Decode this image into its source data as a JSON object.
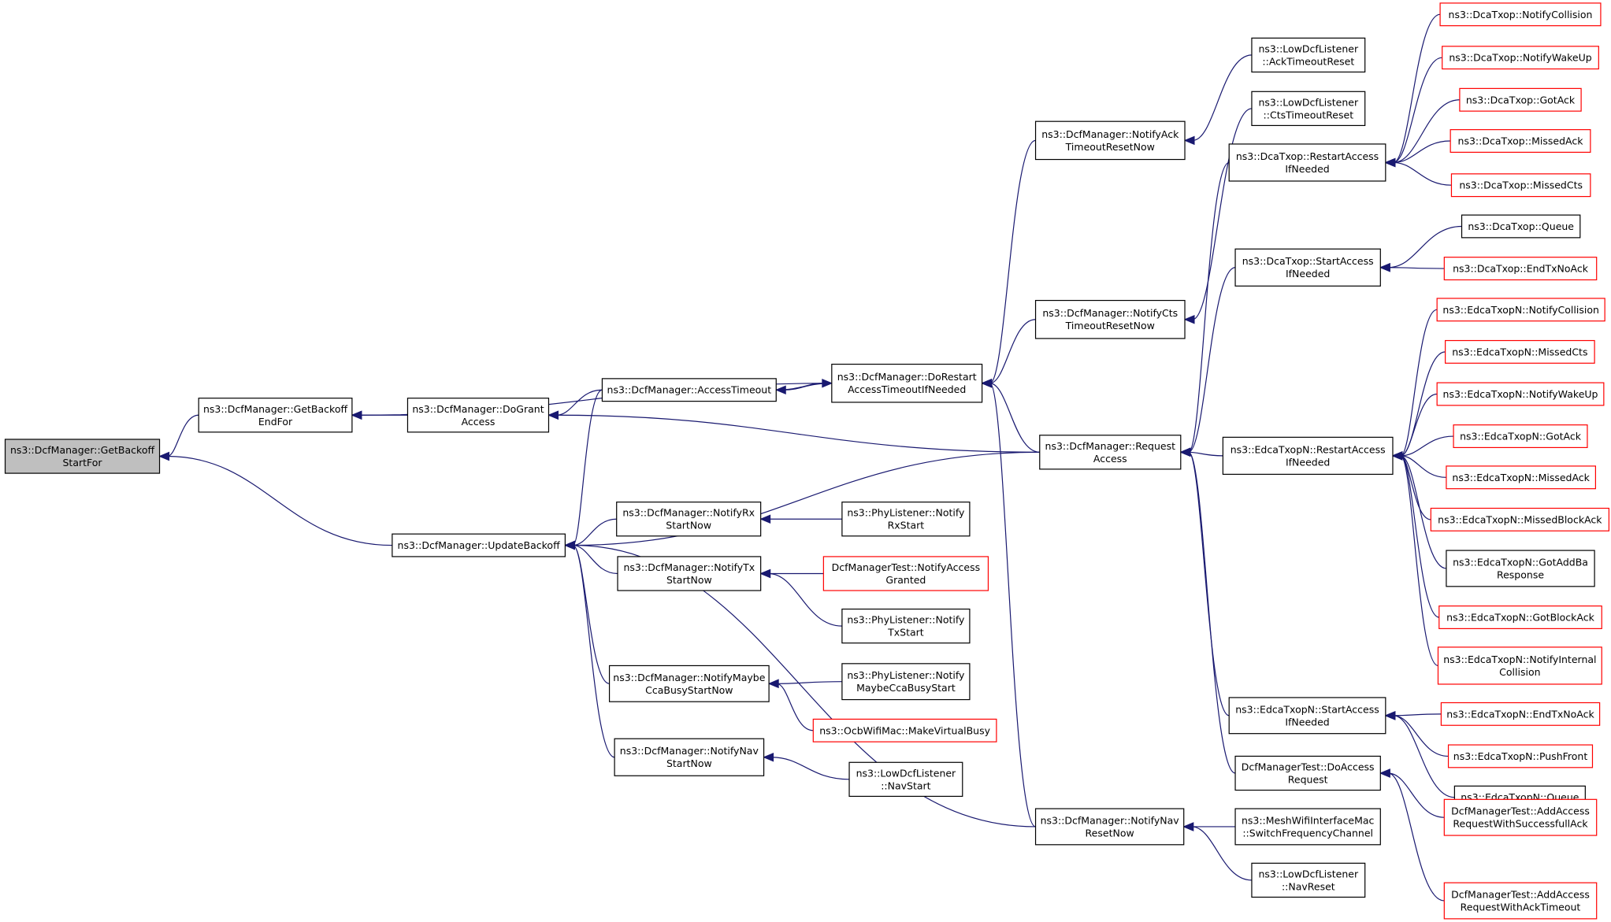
{
  "colors": {
    "edge": "#191970",
    "border_default": "#000000",
    "border_external": "#ff0000",
    "root_fill": "#bfbfbf"
  },
  "nodes": {
    "root": [
      "ns3::DcfManager::GetBackoff",
      "StartFor"
    ],
    "getBackoffEndFor": [
      "ns3::DcfManager::GetBackoff",
      "EndFor"
    ],
    "doGrantAccess": [
      "ns3::DcfManager::DoGrant",
      "Access"
    ],
    "updateBackoff": [
      "ns3::DcfManager::UpdateBackoff"
    ],
    "accessTimeout": [
      "ns3::DcfManager::AccessTimeout"
    ],
    "doRestart": [
      "ns3::DcfManager::DoRestart",
      "AccessTimeoutIfNeeded"
    ],
    "notifyAckReset": [
      "ns3::DcfManager::NotifyAck",
      "TimeoutResetNow"
    ],
    "notifyCtsReset": [
      "ns3::DcfManager::NotifyCts",
      "TimeoutResetNow"
    ],
    "requestAccess": [
      "ns3::DcfManager::Request",
      "Access"
    ],
    "notifyRxStart": [
      "ns3::DcfManager::NotifyRx",
      "StartNow"
    ],
    "notifyTxStart": [
      "ns3::DcfManager::NotifyTx",
      "StartNow"
    ],
    "notifyMaybeCca": [
      "ns3::DcfManager::NotifyMaybe",
      "CcaBusyStartNow"
    ],
    "notifyNavStart": [
      "ns3::DcfManager::NotifyNav",
      "StartNow"
    ],
    "notifyNavReset": [
      "ns3::DcfManager::NotifyNav",
      "ResetNow"
    ],
    "lowAckTimeoutReset": [
      "ns3::LowDcfListener",
      "::AckTimeoutReset"
    ],
    "lowCtsTimeoutReset": [
      "ns3::LowDcfListener",
      "::CtsTimeoutReset"
    ],
    "dcaRestart": [
      "ns3::DcaTxop::RestartAccess",
      "IfNeeded"
    ],
    "dcaStart": [
      "ns3::DcaTxop::StartAccess",
      "IfNeeded"
    ],
    "edcaRestart": [
      "ns3::EdcaTxopN::RestartAccess",
      "IfNeeded"
    ],
    "edcaStart": [
      "ns3::EdcaTxopN::StartAccess",
      "IfNeeded"
    ],
    "testDoAccess": [
      "DcfManagerTest::DoAccess",
      "Request"
    ],
    "phyRxStart": [
      "ns3::PhyListener::Notify",
      "RxStart"
    ],
    "testNotifyGranted": [
      "DcfManagerTest::NotifyAccess",
      "Granted"
    ],
    "phyTxStart": [
      "ns3::PhyListener::Notify",
      "TxStart"
    ],
    "phyMaybeCca": [
      "ns3::PhyListener::Notify",
      "MaybeCcaBusyStart"
    ],
    "ocbVirtualBusy": [
      "ns3::OcbWifiMac::MakeVirtualBusy"
    ],
    "lowNavStart": [
      "ns3::LowDcfListener",
      "::NavStart"
    ],
    "meshSwitch": [
      "ns3::MeshWifiInterfaceMac",
      "::SwitchFrequencyChannel"
    ],
    "lowNavReset": [
      "ns3::LowDcfListener",
      "::NavReset"
    ],
    "dcaNotifyCollision": [
      "ns3::DcaTxop::NotifyCollision"
    ],
    "dcaNotifyWakeUp": [
      "ns3::DcaTxop::NotifyWakeUp"
    ],
    "dcaGotAck": [
      "ns3::DcaTxop::GotAck"
    ],
    "dcaMissedAck": [
      "ns3::DcaTxop::MissedAck"
    ],
    "dcaMissedCts": [
      "ns3::DcaTxop::MissedCts"
    ],
    "dcaQueue": [
      "ns3::DcaTxop::Queue"
    ],
    "dcaEndTxNoAck": [
      "ns3::DcaTxop::EndTxNoAck"
    ],
    "edcaNotifyCollision": [
      "ns3::EdcaTxopN::NotifyCollision"
    ],
    "edcaMissedCts": [
      "ns3::EdcaTxopN::MissedCts"
    ],
    "edcaNotifyWakeUp": [
      "ns3::EdcaTxopN::NotifyWakeUp"
    ],
    "edcaGotAck": [
      "ns3::EdcaTxopN::GotAck"
    ],
    "edcaMissedAck": [
      "ns3::EdcaTxopN::MissedAck"
    ],
    "edcaMissedBlockAck": [
      "ns3::EdcaTxopN::MissedBlockAck"
    ],
    "edcaGotAddBa": [
      "ns3::EdcaTxopN::GotAddBa",
      "Response"
    ],
    "edcaGotBlockAck": [
      "ns3::EdcaTxopN::GotBlockAck"
    ],
    "edcaNotifyInternalCollision": [
      "ns3::EdcaTxopN::NotifyInternal",
      "Collision"
    ],
    "edcaEndTxNoAck": [
      "ns3::EdcaTxopN::EndTxNoAck"
    ],
    "edcaPushFront": [
      "ns3::EdcaTxopN::PushFront"
    ],
    "edcaQueue": [
      "ns3::EdcaTxopN::Queue"
    ],
    "testAddSuccess": [
      "DcfManagerTest::AddAccess",
      "RequestWithSuccessfullAck"
    ],
    "testAddTimeout": [
      "DcfManagerTest::AddAccess",
      "RequestWithAckTimeout"
    ]
  },
  "edges": [
    [
      "root",
      "getBackoffEndFor"
    ],
    [
      "root",
      "updateBackoff"
    ],
    [
      "getBackoffEndFor",
      "doGrantAccess"
    ],
    [
      "getBackoffEndFor",
      "doRestart"
    ],
    [
      "doGrantAccess",
      "accessTimeout"
    ],
    [
      "doGrantAccess",
      "requestAccess"
    ],
    [
      "accessTimeout",
      "doRestart"
    ],
    [
      "doRestart",
      "accessTimeout"
    ],
    [
      "doRestart",
      "notifyAckReset"
    ],
    [
      "doRestart",
      "notifyCtsReset"
    ],
    [
      "doRestart",
      "requestAccess"
    ],
    [
      "doRestart",
      "notifyNavReset"
    ],
    [
      "notifyAckReset",
      "lowAckTimeoutReset"
    ],
    [
      "notifyCtsReset",
      "lowCtsTimeoutReset"
    ],
    [
      "updateBackoff",
      "accessTimeout"
    ],
    [
      "updateBackoff",
      "requestAccess"
    ],
    [
      "updateBackoff",
      "notifyRxStart"
    ],
    [
      "updateBackoff",
      "notifyTxStart"
    ],
    [
      "updateBackoff",
      "notifyMaybeCca"
    ],
    [
      "updateBackoff",
      "notifyNavStart"
    ],
    [
      "updateBackoff",
      "notifyNavReset"
    ],
    [
      "notifyRxStart",
      "phyRxStart"
    ],
    [
      "notifyTxStart",
      "testNotifyGranted"
    ],
    [
      "notifyTxStart",
      "phyTxStart"
    ],
    [
      "notifyMaybeCca",
      "phyMaybeCca"
    ],
    [
      "notifyMaybeCca",
      "ocbVirtualBusy"
    ],
    [
      "notifyNavStart",
      "lowNavStart"
    ],
    [
      "notifyNavReset",
      "meshSwitch"
    ],
    [
      "notifyNavReset",
      "lowNavReset"
    ],
    [
      "requestAccess",
      "dcaRestart"
    ],
    [
      "requestAccess",
      "dcaStart"
    ],
    [
      "requestAccess",
      "edcaRestart"
    ],
    [
      "requestAccess",
      "edcaStart"
    ],
    [
      "requestAccess",
      "testDoAccess"
    ],
    [
      "dcaRestart",
      "dcaNotifyCollision"
    ],
    [
      "dcaRestart",
      "dcaNotifyWakeUp"
    ],
    [
      "dcaRestart",
      "dcaGotAck"
    ],
    [
      "dcaRestart",
      "dcaMissedAck"
    ],
    [
      "dcaRestart",
      "dcaMissedCts"
    ],
    [
      "dcaStart",
      "dcaQueue"
    ],
    [
      "dcaStart",
      "dcaEndTxNoAck"
    ],
    [
      "edcaRestart",
      "edcaNotifyCollision"
    ],
    [
      "edcaRestart",
      "edcaMissedCts"
    ],
    [
      "edcaRestart",
      "edcaNotifyWakeUp"
    ],
    [
      "edcaRestart",
      "edcaGotAck"
    ],
    [
      "edcaRestart",
      "edcaMissedAck"
    ],
    [
      "edcaRestart",
      "edcaMissedBlockAck"
    ],
    [
      "edcaRestart",
      "edcaGotAddBa"
    ],
    [
      "edcaRestart",
      "edcaGotBlockAck"
    ],
    [
      "edcaRestart",
      "edcaNotifyInternalCollision"
    ],
    [
      "edcaStart",
      "edcaEndTxNoAck"
    ],
    [
      "edcaStart",
      "edcaPushFront"
    ],
    [
      "edcaStart",
      "edcaQueue"
    ],
    [
      "testDoAccess",
      "testAddSuccess"
    ],
    [
      "testDoAccess",
      "testAddTimeout"
    ]
  ]
}
